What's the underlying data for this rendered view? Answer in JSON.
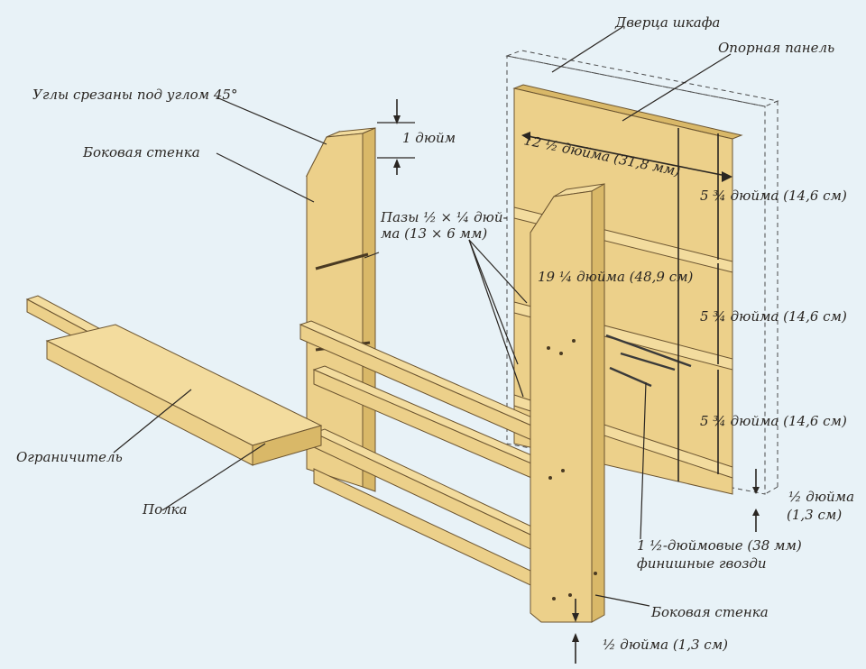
{
  "labels": {
    "angles": "Углы срезаны под углом 45°",
    "side_wall_top": "Боковая стенка",
    "one_inch": "1 дюйм",
    "grooves_line1": "Пазы ½ × ¼ дюй-",
    "grooves_line2": "ма (13 × 6 мм)",
    "door": "Дверца шкафа",
    "support_panel": "Опорная панель",
    "width_dim": "12 ½ дюйма (31,8 мм)",
    "height_dim": "19 ¼ дюйма (48,9 см)",
    "spacing_1": "5 ¾ дюйма (14,6 см)",
    "spacing_2": "5 ¾ дюйма (14,6 см)",
    "spacing_3": "5 ¾ дюйма (14,6 см)",
    "half_inch_right_1": "½ дюйма",
    "half_inch_right_2": "(1,3 см)",
    "nails_line1": "1 ½-дюймовые (38 мм)",
    "nails_line2": "финишные гвозди",
    "stopper": "Ограничитель",
    "shelf": "Полка",
    "side_wall_bottom": "Боковая стенка",
    "half_inch_bottom": "½ дюйма (1,3 см)"
  },
  "colors": {
    "background": "#e8f2f7",
    "wood": "#ecd08a",
    "wood_edge": "#6b5430"
  }
}
